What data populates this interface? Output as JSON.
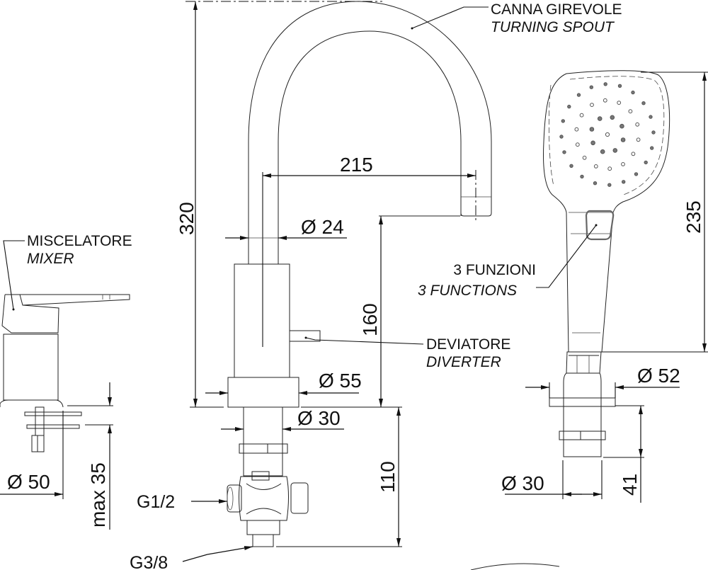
{
  "labels": {
    "spout_it": "CANNA  GIREVOLE",
    "spout_en": "TURNING SPOUT",
    "mixer_it": "MISCELATORE",
    "mixer_en": "MIXER",
    "functions_it": "3 FUNZIONI",
    "functions_en": "3 FUNCTIONS",
    "diverter_it": "DEVIATORE",
    "diverter_en": "DIVERTER",
    "g12": "G1/2",
    "g38": "G3/8"
  },
  "dimensions": {
    "height_total": "320",
    "spout_reach": "215",
    "spout_diameter": "Ø 24",
    "spout_height": "160",
    "collar_diameter": "Ø 55",
    "shank_diameter": "Ø 30",
    "shank_length": "110",
    "mixer_diameter": "Ø 50",
    "mixer_max": "max 35",
    "shower_length": "235",
    "shower_base_diameter": "Ø 52",
    "shower_shank_diameter": "Ø 30",
    "shower_shank_length": "41"
  },
  "colors": {
    "line": "#222222",
    "background": "#ffffff"
  }
}
